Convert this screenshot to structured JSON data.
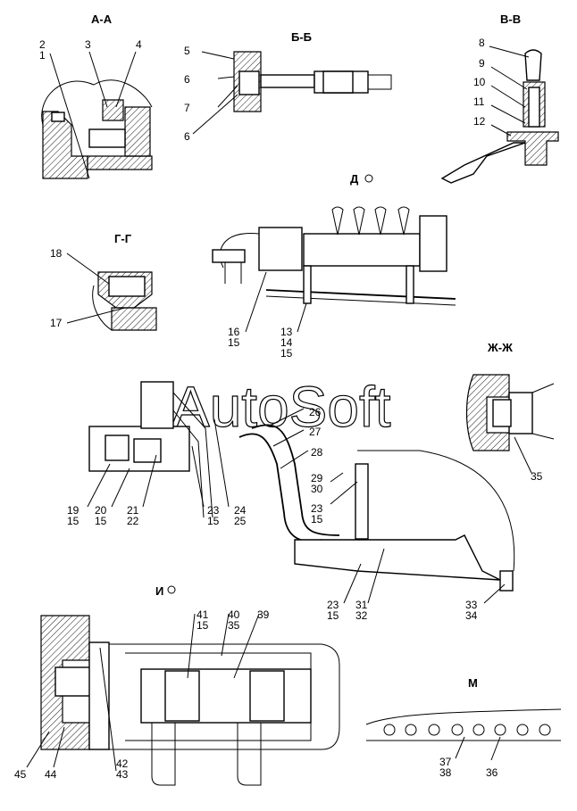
{
  "sections": {
    "AA": "А-А",
    "BB": "Б-Б",
    "VV": "В-В",
    "D": "Д",
    "GG": "Г-Г",
    "ZhZh": "Ж-Ж",
    "I": "И",
    "M": "М"
  },
  "watermark": "AutoSoft",
  "callouts": {
    "AA": [
      "2",
      "1",
      "3",
      "4"
    ],
    "BB": [
      "5",
      "6",
      "7",
      "6"
    ],
    "VV": [
      "8",
      "9",
      "10",
      "11",
      "12"
    ],
    "GG": [
      "18",
      "17"
    ],
    "D": [
      "16",
      "15",
      "13",
      "14",
      "15"
    ],
    "ZhZh": [
      "35"
    ],
    "main": [
      "26",
      "27",
      "28",
      "29",
      "30",
      "23",
      "15",
      "19",
      "15",
      "20",
      "15",
      "21",
      "22",
      "23",
      "15",
      "24",
      "25",
      "23",
      "15",
      "31",
      "32",
      "33",
      "34"
    ],
    "I": [
      "41",
      "15",
      "40",
      "35",
      "39",
      "42",
      "43",
      "45",
      "44"
    ],
    "M": [
      "37",
      "38",
      "36"
    ]
  }
}
